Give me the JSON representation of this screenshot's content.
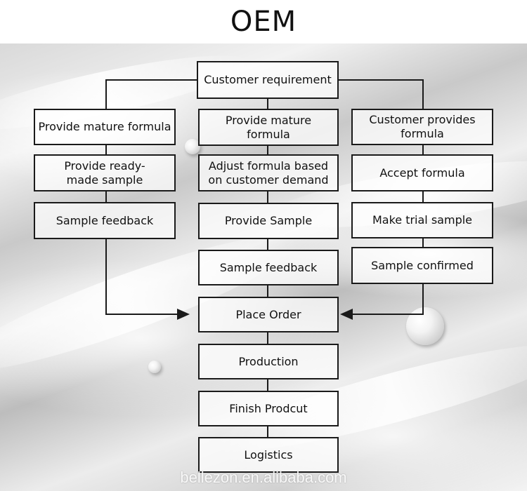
{
  "title": "OEM",
  "watermark": "bellezon.en.alibaba.com",
  "top": "Customer requirement",
  "left": [
    "Provide mature formula",
    "Provide ready-made sample",
    "Sample feedback"
  ],
  "middle": [
    "Provide mature formula",
    "Adjust formula based on customer demand",
    "Provide Sample",
    "Sample feedback"
  ],
  "right": [
    "Customer provides formula",
    "Accept formula",
    "Make trial sample",
    "Sample confirmed"
  ],
  "bottom": [
    "Place Order",
    "Production",
    "Finish Prodcut",
    "Logistics"
  ]
}
